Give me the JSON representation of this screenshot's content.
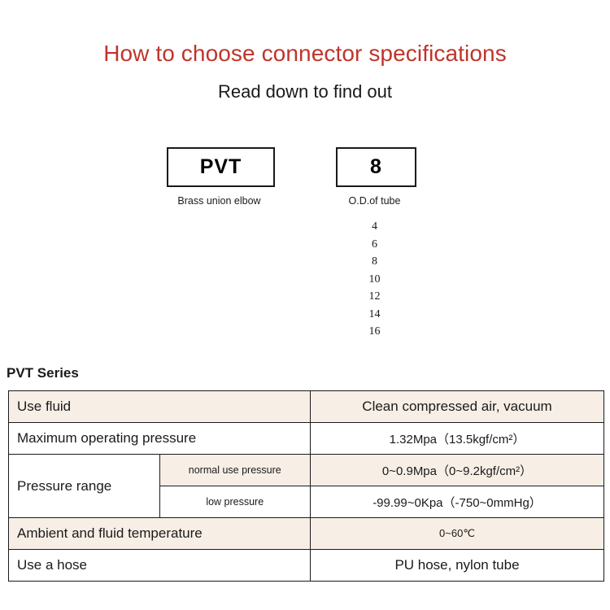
{
  "header": {
    "title": "How to choose connector specifications",
    "subtitle": "Read down to find out"
  },
  "selector": {
    "series_box": {
      "code": "PVT",
      "caption": "Brass union elbow"
    },
    "size_box": {
      "code": "8",
      "caption": "O.D.of tube"
    },
    "size_options": [
      "4",
      "6",
      "8",
      "10",
      "12",
      "14",
      "16"
    ]
  },
  "spec_section": {
    "series_label": "PVT Series",
    "rows": [
      {
        "label": "Use fluid",
        "value": "Clean compressed air, vacuum"
      },
      {
        "label": "Maximum operating pressure",
        "value": "1.32Mpa（13.5kgf/cm²）"
      },
      {
        "label": "Pressure range",
        "sub_label_1": "normal use pressure",
        "sub_value_1": "0~0.9Mpa（0~9.2kgf/cm²）",
        "sub_label_2": "low pressure",
        "sub_value_2": "-99.99~0Kpa（-750~0mmHg）"
      },
      {
        "label": "Ambient and fluid temperature",
        "value": "0~60℃"
      },
      {
        "label": "Use a hose",
        "value": "PU hose, nylon tube"
      }
    ]
  },
  "colors": {
    "title_red": "#c0342b",
    "row_shade": "#f7efe6",
    "border": "#1a1a1a"
  }
}
